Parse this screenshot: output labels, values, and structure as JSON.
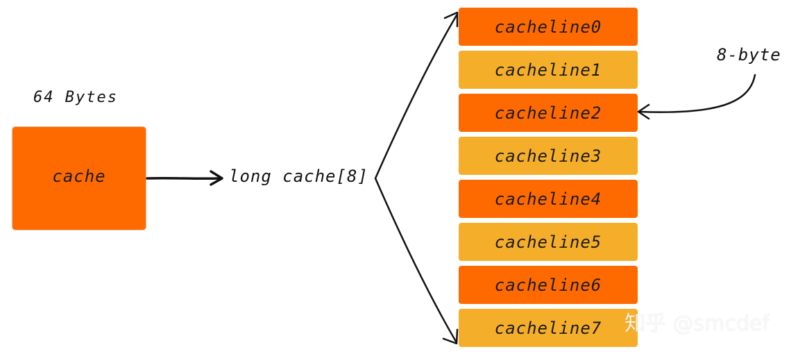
{
  "size_label": "64 Bytes",
  "cache_label": "cache",
  "array_label": "long cache[8]",
  "byte_label": "8-byte",
  "cachelines": [
    {
      "label": "cacheline0",
      "color": "#FF6A00"
    },
    {
      "label": "cacheline1",
      "color": "#F5AE2A"
    },
    {
      "label": "cacheline2",
      "color": "#FF6A00"
    },
    {
      "label": "cacheline3",
      "color": "#F5AE2A"
    },
    {
      "label": "cacheline4",
      "color": "#FF6A00"
    },
    {
      "label": "cacheline5",
      "color": "#F5AE2A"
    },
    {
      "label": "cacheline6",
      "color": "#FF6A00"
    },
    {
      "label": "cacheline7",
      "color": "#F5AE2A"
    }
  ],
  "watermark": "知乎 @smcdef",
  "colors": {
    "cache_box": "#FF6A00",
    "stroke": "#111111"
  }
}
